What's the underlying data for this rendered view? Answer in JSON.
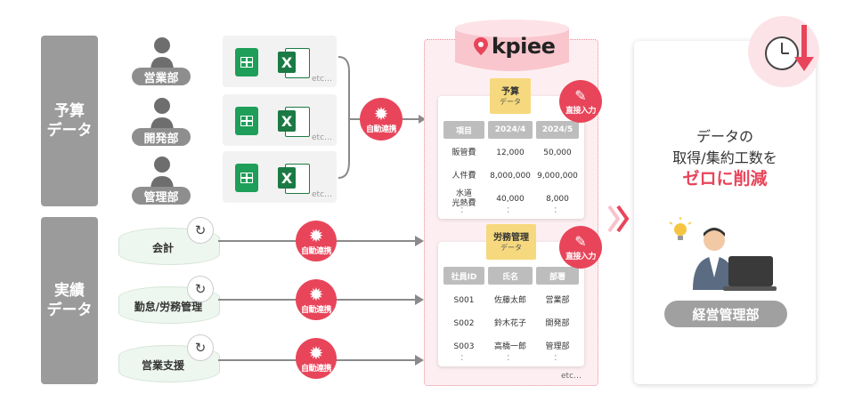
{
  "sections": {
    "budget": "予算\nデータ",
    "actual": "実績\nデータ"
  },
  "departments": [
    "営業部",
    "開発部",
    "管理部"
  ],
  "file_etc": "etc…",
  "auto_link": "自動連携",
  "direct_input": "直接入力",
  "systems": [
    "会計",
    "勤怠/労務管理",
    "営業支援"
  ],
  "brand": {
    "name": "kpiee",
    "accent": "#e8455a"
  },
  "folders": {
    "budget": {
      "title": "予算",
      "sub": "データ"
    },
    "labor": {
      "title": "労務管理",
      "sub": "データ"
    }
  },
  "budget_table": {
    "headers": [
      "項目",
      "2024/4",
      "2024/5"
    ],
    "rows": [
      [
        "販管費",
        "12,000",
        "50,000"
      ],
      [
        "人件費",
        "8,000,000",
        "9,000,000"
      ],
      [
        "水道\n光熱費",
        "40,000",
        "8,000"
      ]
    ],
    "more": "："
  },
  "labor_table": {
    "headers": [
      "社員ID",
      "氏名",
      "部署"
    ],
    "rows": [
      [
        "S001",
        "佐藤太郎",
        "営業部"
      ],
      [
        "S002",
        "鈴木花子",
        "開発部"
      ],
      [
        "S003",
        "高橋一郎",
        "管理部"
      ]
    ],
    "more": "：",
    "etc": "etc…"
  },
  "result": {
    "line1": "データの",
    "line2": "取得/集約工数を",
    "line3": "ゼロに削減",
    "dept": "経営管理部"
  }
}
